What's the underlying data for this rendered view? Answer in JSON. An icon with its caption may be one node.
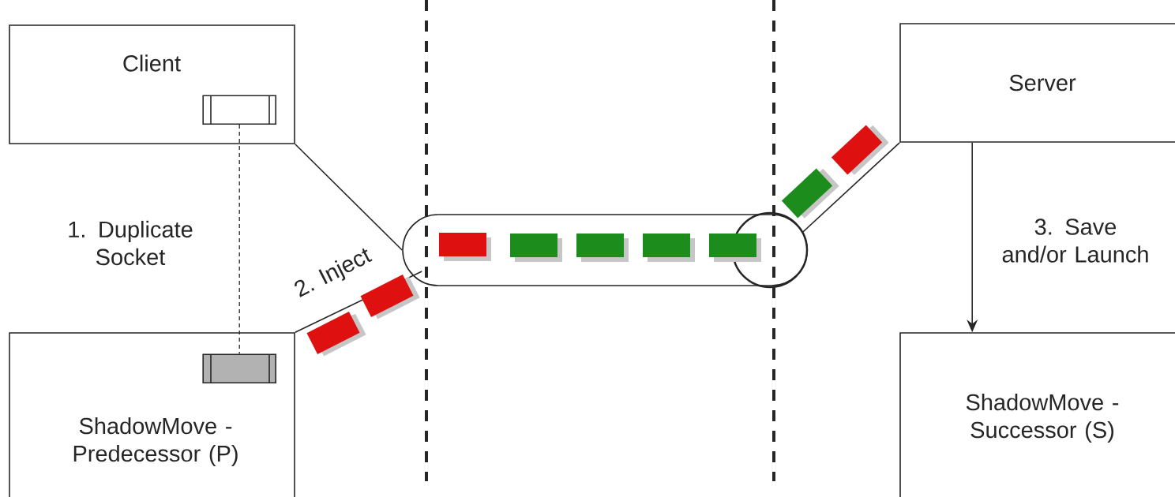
{
  "diagram": {
    "nodes": [
      {
        "text": [
          "Client"
        ]
      },
      {
        "text": [],
        "shape": "box",
        "in": 0
      },
      {
        "text": [
          "ShadowMove - Predecessor (P)"
        ]
      },
      {
        "text": [],
        "shape": "box",
        "in": 2
      },
      {
        "text": [
          "Server"
        ]
      },
      {
        "text": [
          "ShadowMove - Successor (S)"
        ]
      },
      {
        "text": [],
        "shape": "cylinder"
      }
    ],
    "edges": [
      {
        "from": 1,
        "to": 3,
        "arrow": "none",
        "style": "dashed",
        "label": "1. Duplicate Socket"
      },
      {
        "from": 0,
        "to": 6,
        "arrow": "none"
      },
      {
        "from": 2,
        "to": 6,
        "arrow": "none",
        "label": "2. Inject"
      },
      {
        "from": 4,
        "to": 6,
        "arrow": "none"
      },
      {
        "from": 4,
        "to": 5,
        "arrow": "to",
        "label": "3. Save and/or Launch"
      }
    ]
  }
}
